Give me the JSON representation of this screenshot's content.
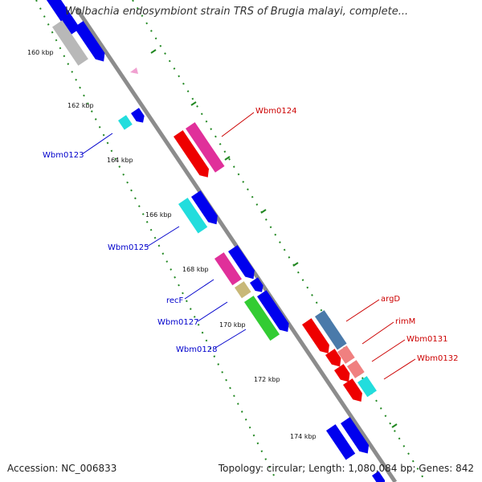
{
  "title": "Wolbachia endosymbiont strain TRS of Brugia malayi, complete...",
  "accession": "Accession: NC_006833",
  "meta": "Topology: circular; Length: 1,080,084 bp; Genes: 842",
  "ticks": [
    "160 kbp",
    "162 kbp",
    "164 kbp",
    "166 kbp",
    "168 kbp",
    "170 kbp",
    "172 kbp",
    "174 kbp"
  ],
  "genes_left": [
    "Wbm0123",
    "Wbm0125",
    "recF",
    "Wbm0127",
    "Wbm0128"
  ],
  "genes_right": [
    "Wbm0124",
    "argD",
    "rimM",
    "Wbm0131",
    "Wbm0132"
  ],
  "colors": {
    "blue": "#0000ee",
    "red": "#ee0000",
    "magenta": "#e0309a",
    "cyan": "#22dddd",
    "grey": "#b8b8b8",
    "olive": "#c8b878",
    "green": "#33cc33",
    "steel": "#4a7aaa",
    "pink": "#f08080",
    "label_blue": "#0000cc",
    "label_red": "#cc0000",
    "backbone": "#8c8c8c",
    "dots": "#228822"
  }
}
